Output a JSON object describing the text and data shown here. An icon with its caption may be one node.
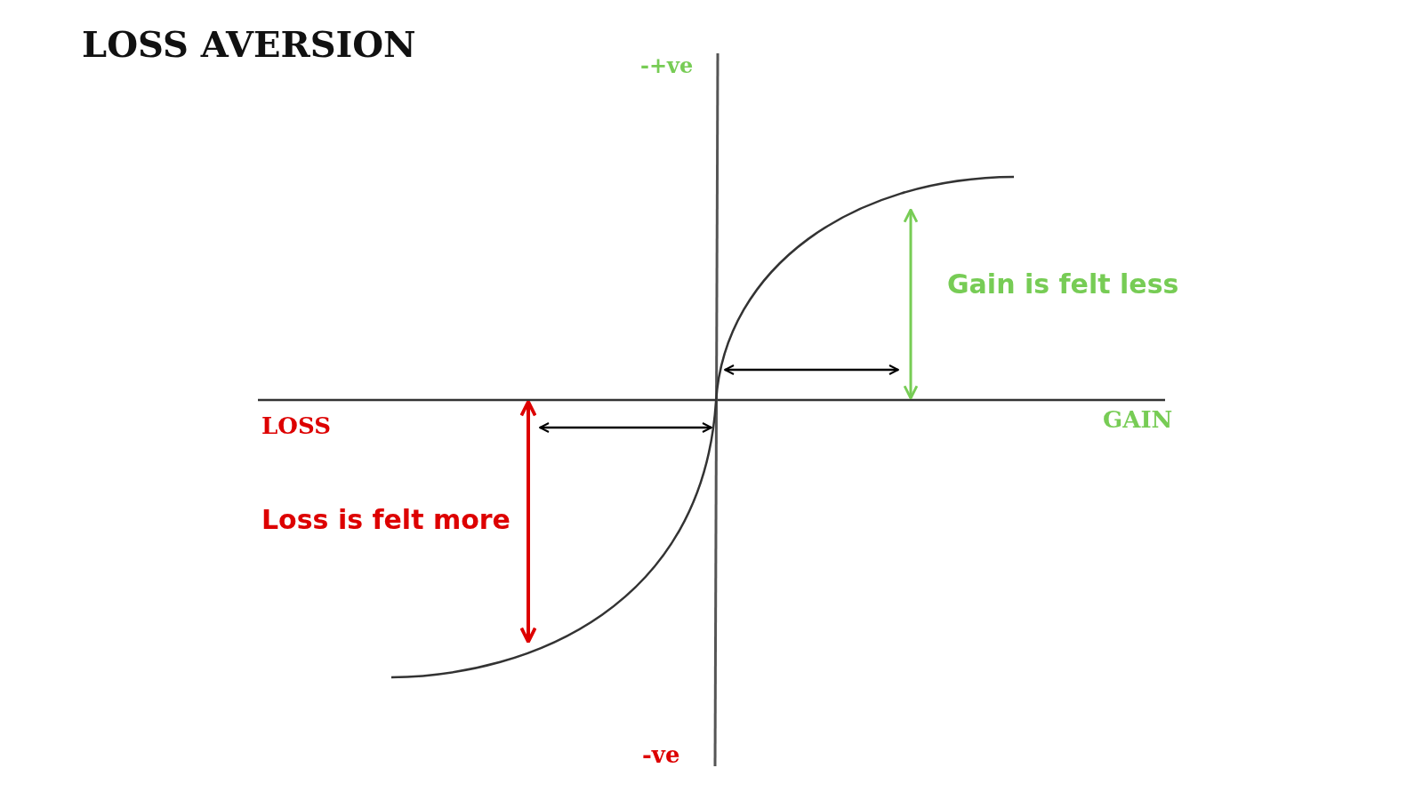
{
  "diagram": {
    "title": "LOSS AVERSION",
    "labels": [
      "-+ve",
      "Gain is felt less",
      "LOSS",
      "GAIN",
      "Loss is felt more",
      "-ve"
    ]
  }
}
